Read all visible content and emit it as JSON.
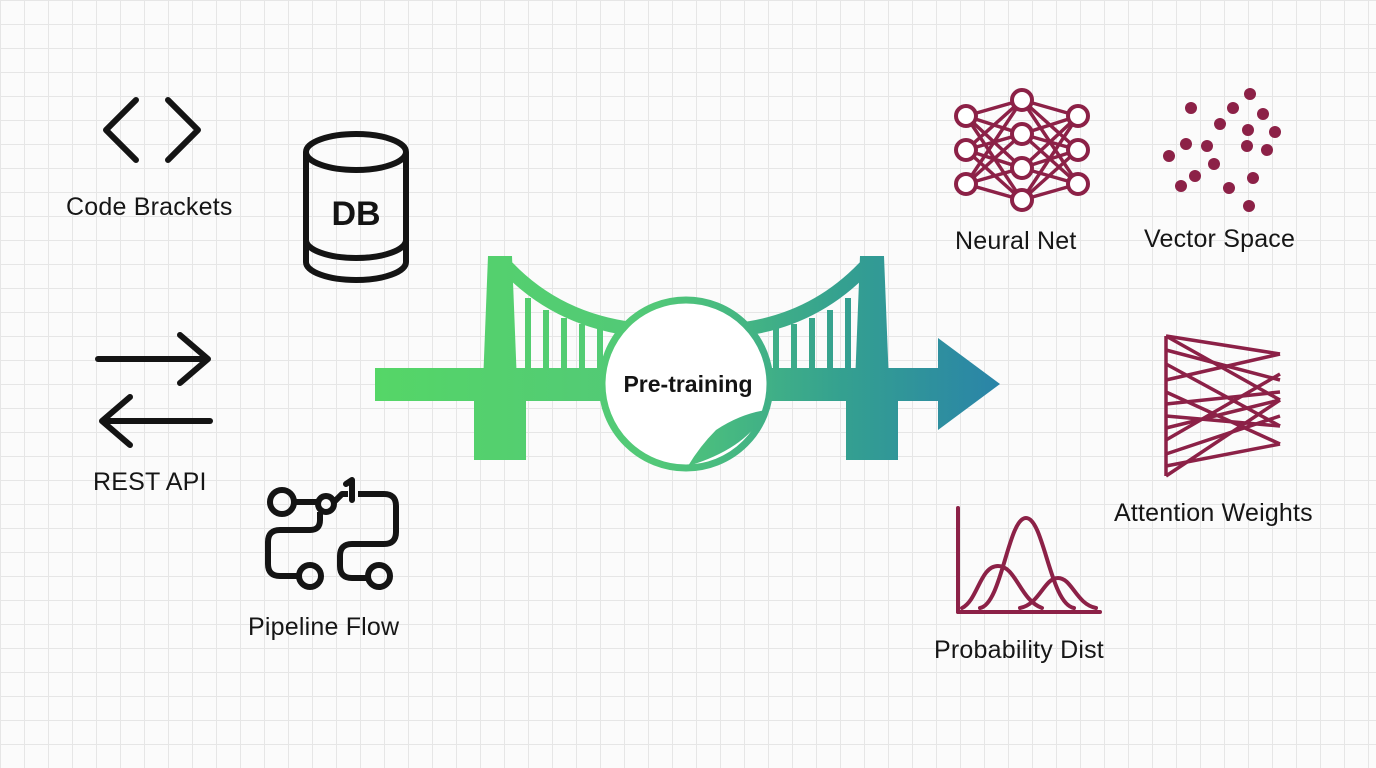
{
  "center": {
    "label": "Pre-training"
  },
  "sources": {
    "code": "Code Brackets",
    "db_icon_text": "DB",
    "rest": "REST API",
    "pipeline": "Pipeline Flow"
  },
  "targets": {
    "neural": "Neural Net",
    "vector": "Vector Space",
    "attention": "Attention Weights",
    "probability": "Probability Dist"
  },
  "colors": {
    "gradient_start": "#4fd46a",
    "gradient_end": "#2a86a8",
    "target_icons": "#8c2147",
    "source_icons": "#141414"
  },
  "icons": [
    "code-brackets-icon",
    "database-icon",
    "swap-arrows-icon",
    "pipeline-flow-icon",
    "bridge-icon",
    "neural-net-icon",
    "vector-space-icon",
    "attention-weights-icon",
    "probability-dist-icon"
  ]
}
